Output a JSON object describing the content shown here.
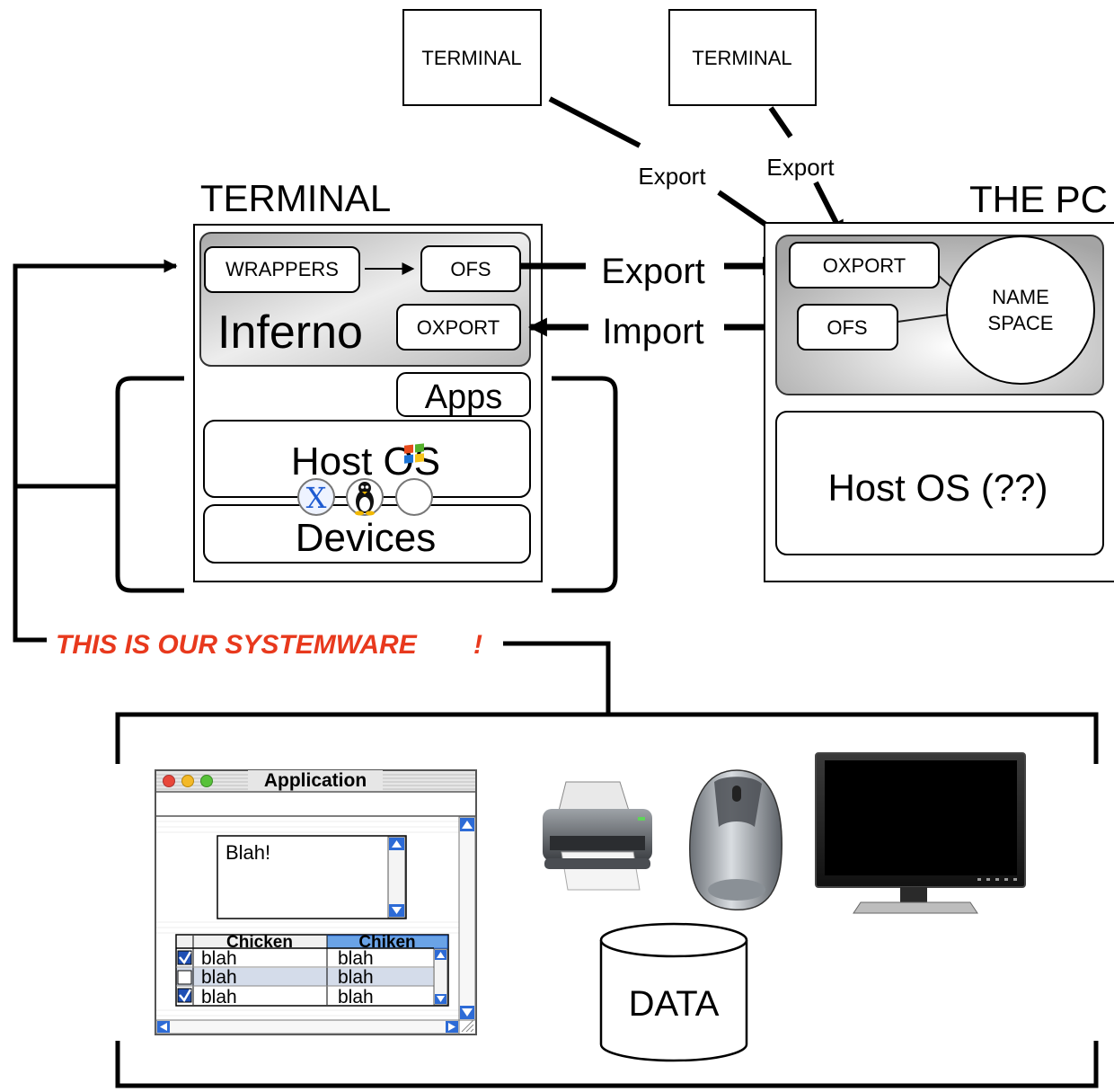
{
  "terminals": {
    "top_left": "TERMINAL",
    "top_right": "TERMINAL"
  },
  "export_labels": {
    "left": "Export",
    "right": "Export"
  },
  "terminal_box": {
    "title": "TERMINAL",
    "wrappers": "WRAPPERS",
    "ofs": "OFS",
    "oxport": "OXPORT",
    "inferno": "Inferno",
    "apps": "Apps",
    "host_os": "Host OS",
    "devices": "Devices",
    "os_logos": [
      "mac-x-logo",
      "linux-tux-logo",
      "windows-logo"
    ]
  },
  "pc_box": {
    "title": "THE PC",
    "oxport": "OXPORT",
    "ofs": "OFS",
    "namespace_line1": "NAME",
    "namespace_line2": "SPACE",
    "host_os": "Host OS (??)"
  },
  "middle": {
    "export": "Export",
    "import": "Import"
  },
  "systemware": {
    "text": "THIS IS OUR SYSTEMWARE",
    "exclaim": "!",
    "color": "#e8391d"
  },
  "app_window": {
    "title": "Application",
    "textarea": "Blah!",
    "table": {
      "columns": [
        "Chicken",
        "Chiken"
      ],
      "rows": [
        {
          "checked": true,
          "cells": [
            "blah",
            "blah"
          ]
        },
        {
          "checked": false,
          "cells": [
            "blah",
            "blah"
          ]
        },
        {
          "checked": true,
          "cells": [
            "blah",
            "blah"
          ]
        }
      ]
    }
  },
  "devices": [
    "printer-icon",
    "mouse-icon",
    "monitor-icon"
  ],
  "data_cylinder": "DATA"
}
